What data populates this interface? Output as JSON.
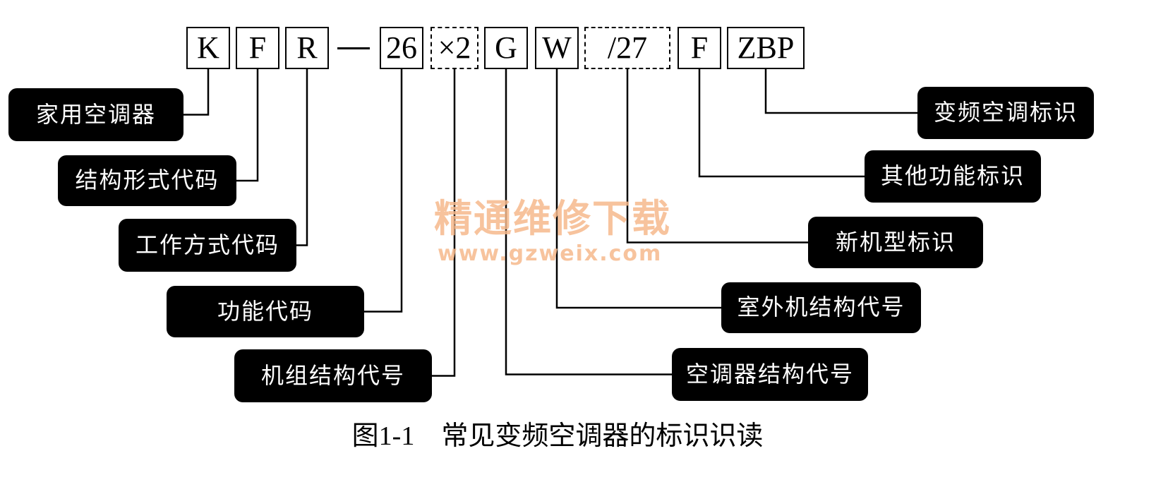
{
  "codes": [
    {
      "text": "K",
      "name": "code-k"
    },
    {
      "text": "F",
      "name": "code-f"
    },
    {
      "text": "R",
      "name": "code-r"
    },
    {
      "text": "26",
      "name": "code-26"
    },
    {
      "text": "×2",
      "name": "code-x2",
      "dashed": true
    },
    {
      "text": "G",
      "name": "code-g"
    },
    {
      "text": "W",
      "name": "code-w"
    },
    {
      "text": "/27",
      "name": "code-27",
      "dashed": true
    },
    {
      "text": "F",
      "name": "code-f2"
    },
    {
      "text": "ZBP",
      "name": "code-zbp"
    }
  ],
  "labels": [
    {
      "text": "家用空调器",
      "code": 0
    },
    {
      "text": "结构形式代码",
      "code": 1
    },
    {
      "text": "工作方式代码",
      "code": 2
    },
    {
      "text": "功能代码",
      "code": 3
    },
    {
      "text": "机组结构代号",
      "code": 4
    },
    {
      "text": "空调器结构代号",
      "code": 5
    },
    {
      "text": "室外机结构代号",
      "code": 6
    },
    {
      "text": "新机型标识",
      "code": 7
    },
    {
      "text": "其他功能标识",
      "code": 8
    },
    {
      "text": "变频空调标识",
      "code": 9
    }
  ],
  "watermark": {
    "title": "精通维修下载",
    "url": "www.gzweix.com"
  },
  "caption": "图1-1　常见变频空调器的标识识读"
}
